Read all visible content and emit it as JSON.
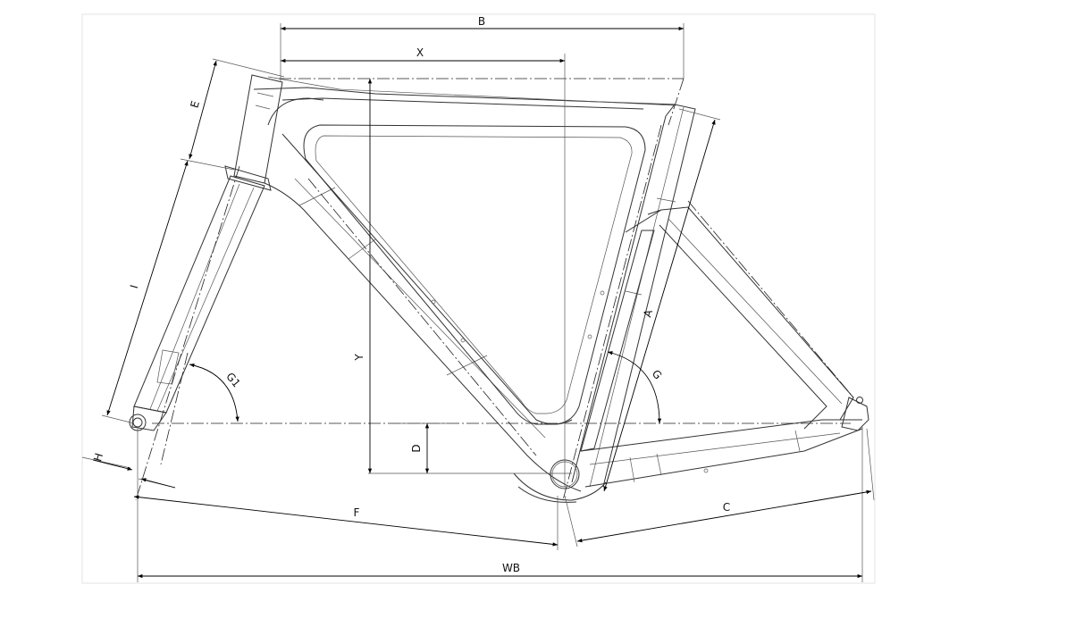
{
  "drawing": {
    "title": "",
    "labels": {
      "A": "A",
      "B": "B",
      "C": "C",
      "D": "D",
      "E": "E",
      "F": "F",
      "G": "G",
      "G1": "G1",
      "H": "H",
      "I": "I",
      "X": "X",
      "Y": "Y",
      "WB": "WB"
    }
  }
}
